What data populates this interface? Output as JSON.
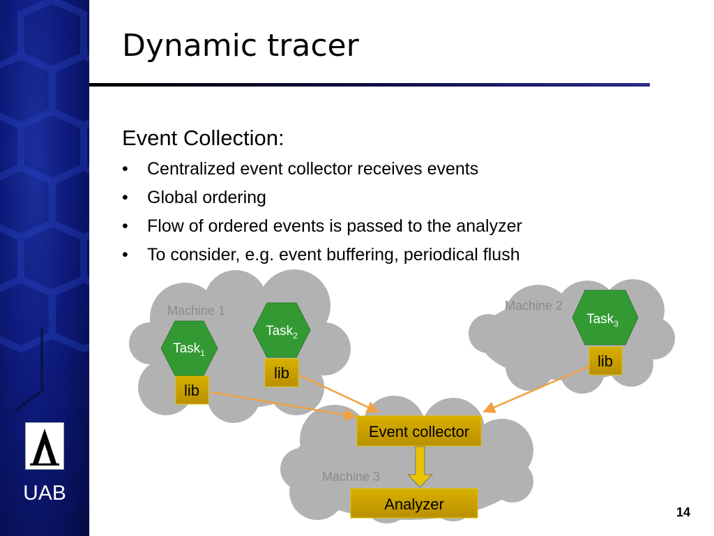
{
  "slide": {
    "title": "Dynamic tracer",
    "subtitle": "Event Collection:",
    "bullets": [
      "Centralized event collector receives events",
      "Global ordering",
      "Flow of ordered events is passed to the analyzer",
      "To consider, e.g. event buffering, periodical flush"
    ],
    "bullet_glyph": "•",
    "page_number": "14"
  },
  "sidebar": {
    "brand": "UAB",
    "logo_icon": "uab-logo-icon"
  },
  "diagram": {
    "machines": [
      {
        "label": "Machine 1"
      },
      {
        "label": "Machine 2"
      },
      {
        "label": "Machine 3"
      }
    ],
    "tasks": [
      {
        "name": "Task",
        "sub": "1",
        "lib": "lib"
      },
      {
        "name": "Task",
        "sub": "2",
        "lib": "lib"
      },
      {
        "name": "Task",
        "sub": "3",
        "lib": "lib"
      }
    ],
    "collector": "Event collector",
    "analyzer": "Analyzer"
  },
  "colors": {
    "cloud": "#b2b2b2",
    "task": "#339a33",
    "lib": "#c9a000",
    "arrow": "#f2a040",
    "machine_label": "#8a8a8a",
    "sidebar": "#0d1a7a"
  }
}
